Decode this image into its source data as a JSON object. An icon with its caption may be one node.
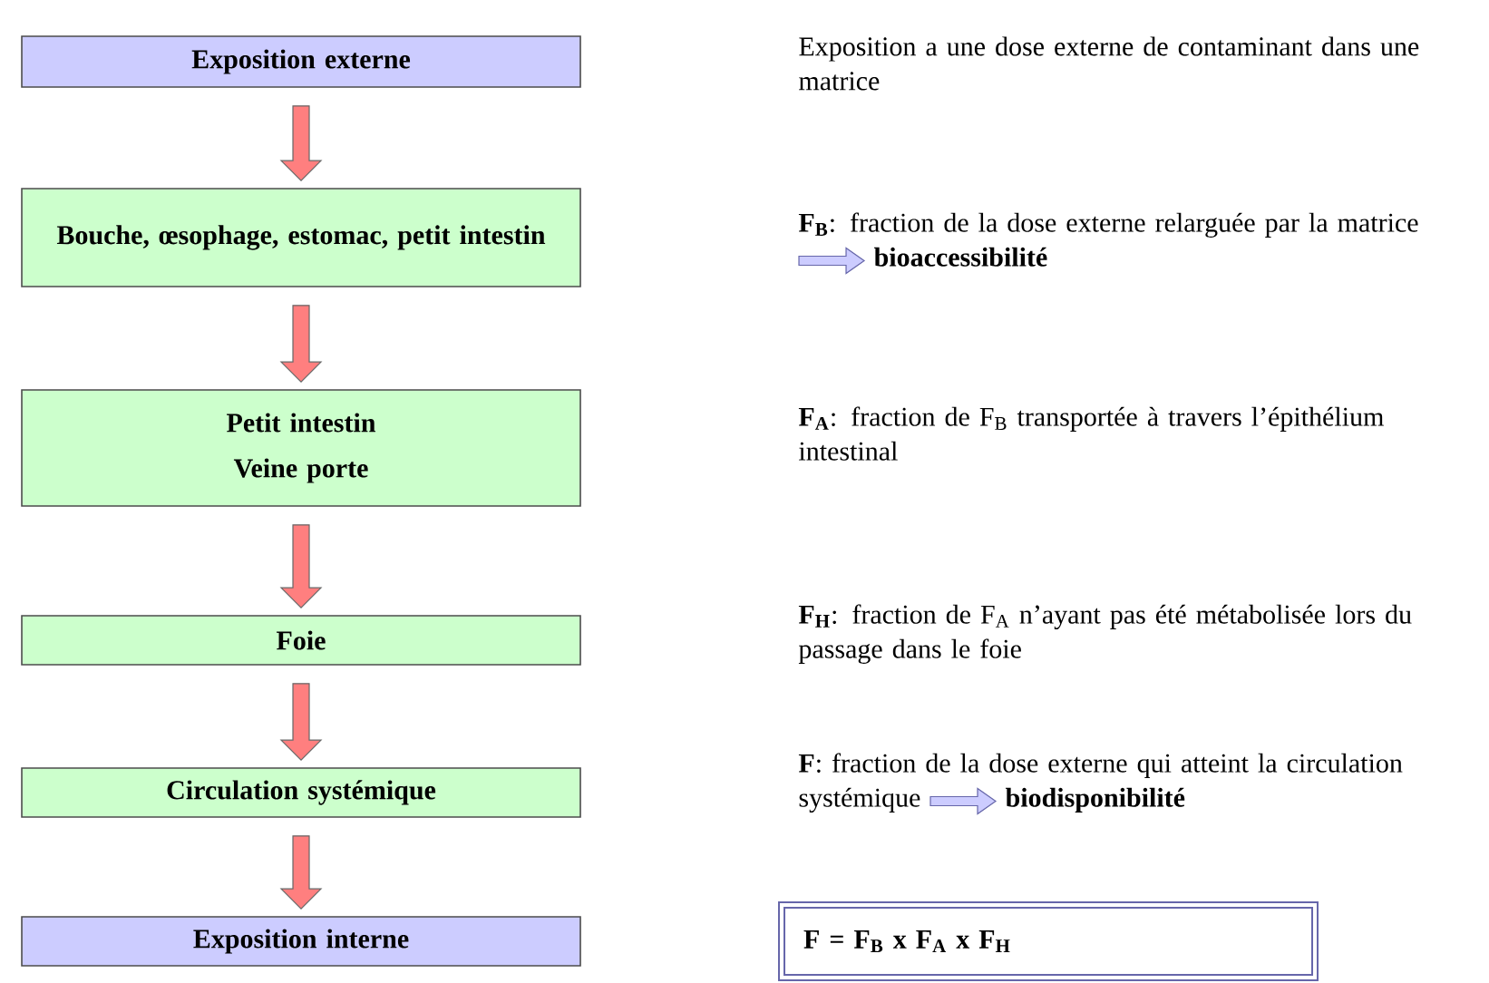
{
  "diagram": {
    "nodes": [
      {
        "text": [
          "Exposition externe"
        ]
      },
      {
        "text": [
          "Bouche, œsophage, estomac, petit intestin"
        ]
      },
      {
        "text": [
          "Petit intestin",
          "Veine porte"
        ]
      },
      {
        "text": [
          "Foie"
        ]
      },
      {
        "text": [
          "Circulation systémique"
        ]
      },
      {
        "text": [
          "Exposition interne"
        ]
      },
      {
        "text": [
          "F = F$_{B}$ x F$_{A}$ x F$_{H}$"
        ]
      }
    ],
    "edges": [
      {
        "from": 0,
        "to": 1,
        "arrow": "to"
      },
      {
        "from": 1,
        "to": 2,
        "arrow": "to"
      },
      {
        "from": 2,
        "to": 3,
        "arrow": "to"
      },
      {
        "from": 3,
        "to": 4,
        "arrow": "to"
      },
      {
        "from": 4,
        "to": 5,
        "arrow": "to"
      }
    ],
    "labels": [
      "Exposition a une dose externe de contaminant dans une matrice",
      "**F$_{B}$**: fraction de la dose externe relarguée par la matrice",
      "bioaccessibilité",
      "**F$_{A}$**: fraction de F$_{B}$ transportée à travers l’épithélium intestinal",
      "**F$_{H}$**: fraction de F$_{A}$ n’ayant pas été métabolisée lors du passage dans le foie",
      "**F**: fraction de la dose externe qui atteint la circulation systémique",
      "biodisponibilité"
    ]
  }
}
